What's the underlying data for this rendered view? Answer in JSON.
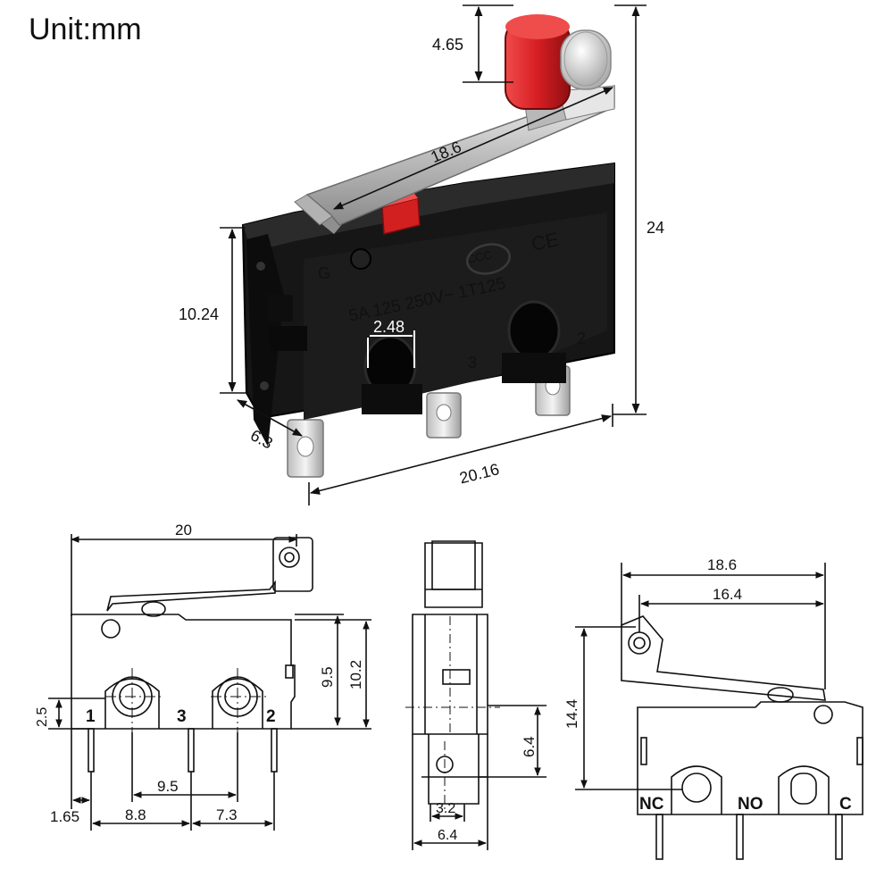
{
  "unit_label": "Unit:mm",
  "photo": {
    "dims": {
      "roller_height": "4.65",
      "lever_length": "18.6",
      "total_height": "24",
      "body_height": "10.24",
      "hole_diameter": "2.48",
      "body_thickness": "6.3",
      "body_length": "20.16"
    },
    "body_print": {
      "rating": "5A 125 250V~ 1Т125",
      "ccc": "CCC",
      "ce": "CE",
      "g": "G",
      "pin3": "3",
      "pin2": "2"
    },
    "colors": {
      "body": "#141414",
      "roller": "#d61e23",
      "lever": "#c9c9c9",
      "button": "#d22020"
    }
  },
  "front_view": {
    "dims": {
      "overall_length": "20",
      "height_95": "9.5",
      "height_102": "10.2",
      "pin_offset": "2.5",
      "hole_spacing": "9.5",
      "edge_offset": "1.65",
      "pitch_left": "8.8",
      "pitch_right": "7.3"
    },
    "pins": [
      "1",
      "3",
      "2"
    ]
  },
  "side_view": {
    "dims": {
      "hole_height": "6.4",
      "hole_width": "3.2",
      "thickness": "6.4"
    }
  },
  "right_view": {
    "dims": {
      "lever_length": "18.6",
      "lever_pivot": "16.4",
      "roller_height": "14.4"
    },
    "pins": [
      "NC",
      "NO",
      "C"
    ]
  }
}
